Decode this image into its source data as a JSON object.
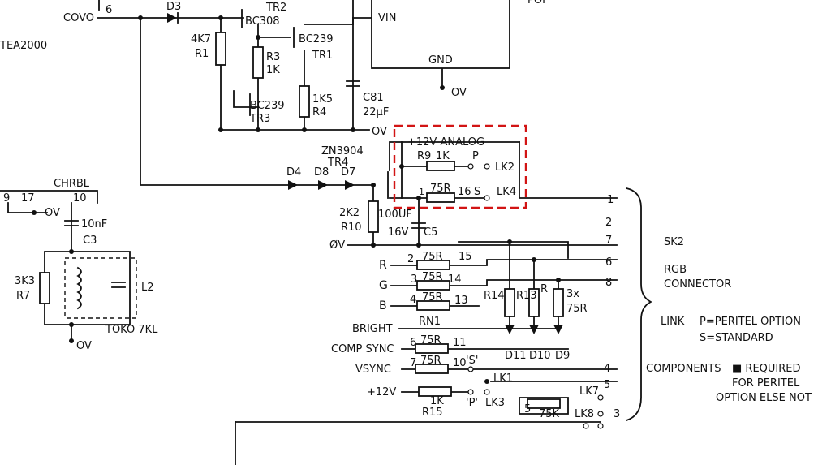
{
  "labels": {
    "tea2000": "TEA2000",
    "covo": "COVO",
    "pin6": "6",
    "d3": "D3",
    "tr2": "TR2",
    "bc308": "BC308",
    "r1_val": "4K7",
    "r1": "R1",
    "bc239_tr1": "BC239",
    "tr1": "TR1",
    "r3": "R3",
    "r3_val": "1K",
    "bc239_tr3": "BC239",
    "tr3": "TR3",
    "r4_val": "1K5",
    "r4": "R4",
    "vin": "VIN",
    "gnd": "GND",
    "ov_reg": "OV",
    "c81": "C81",
    "c81_val": "22μF",
    "ov_rail": "OV",
    "analog": "+12V ANALOG",
    "r9": "R9",
    "r9_val": "1K",
    "p_mark": "P",
    "lk2": "LK2",
    "r75_top": "75R",
    "pin1_small": "1",
    "pin16": "16",
    "s_mark": "S",
    "lk4": "LK4",
    "zn3904": "ZN3904",
    "tr4": "TR4",
    "d4": "D4",
    "d8": "D8",
    "d7": "D7",
    "chrbl": "CHRBL",
    "pin9": "9",
    "pin17": "17",
    "pin10": "10",
    "ov_left": "OV",
    "c3_val": "10nF",
    "c3": "C3",
    "r7_val": "3K3",
    "r7": "R7",
    "l2": "L2",
    "toko": "TOKO 7KL",
    "ov_bottom": "OV",
    "r10_val": "2K2",
    "r10": "R10",
    "c5_val": "100UF",
    "c5_v": "16V",
    "c5": "C5",
    "ov_mid": "ØV",
    "r_in": "R",
    "g_in": "G",
    "b_in": "B",
    "bright": "BRIGHT",
    "compsync": "COMP SYNC",
    "vsync": "VSYNC",
    "p12v": "+12V",
    "n2": "2",
    "n3": "3",
    "n4": "4",
    "n6": "6",
    "n7": "7",
    "n15": "15",
    "n14": "14",
    "n13": "13",
    "n11": "11",
    "n10": "10",
    "r75_r": "75R",
    "r75_g": "75R",
    "r75_b": "75R",
    "rn1": "RN1",
    "r75_cs": "75R",
    "r75_vs": "75R",
    "s_vs": "'S'",
    "lk1": "LK1",
    "r15_val": "1K",
    "r15": "R15",
    "p_lk3": "'P'",
    "lk3": "LK3",
    "r14": "R14",
    "r13": "R13",
    "r_mid": "R",
    "r3x": "3x",
    "r3x_val": "75R",
    "d11": "D11",
    "d10": "D10",
    "d9": "D9",
    "p5": "5",
    "r75k": "75K",
    "lk7": "LK7",
    "lk8": "LK8",
    "p3": "3",
    "sk_1": "1",
    "sk_2": "2",
    "sk_7": "7",
    "sk_6": "6",
    "sk_8": "8",
    "sk_4": "4",
    "sk_5": "5",
    "sk2": "SK2",
    "rgb": "RGB",
    "connector": "CONNECTOR",
    "link": "LINK",
    "link_p": "P=PERITEL OPTION",
    "link_s": "S=STANDARD",
    "components": "COMPONENTS",
    "required": "■ REQUIRED",
    "for_peritel": "FOR PERITEL",
    "option_else": "OPTION ELSE NOT",
    "top_right": "POF"
  }
}
